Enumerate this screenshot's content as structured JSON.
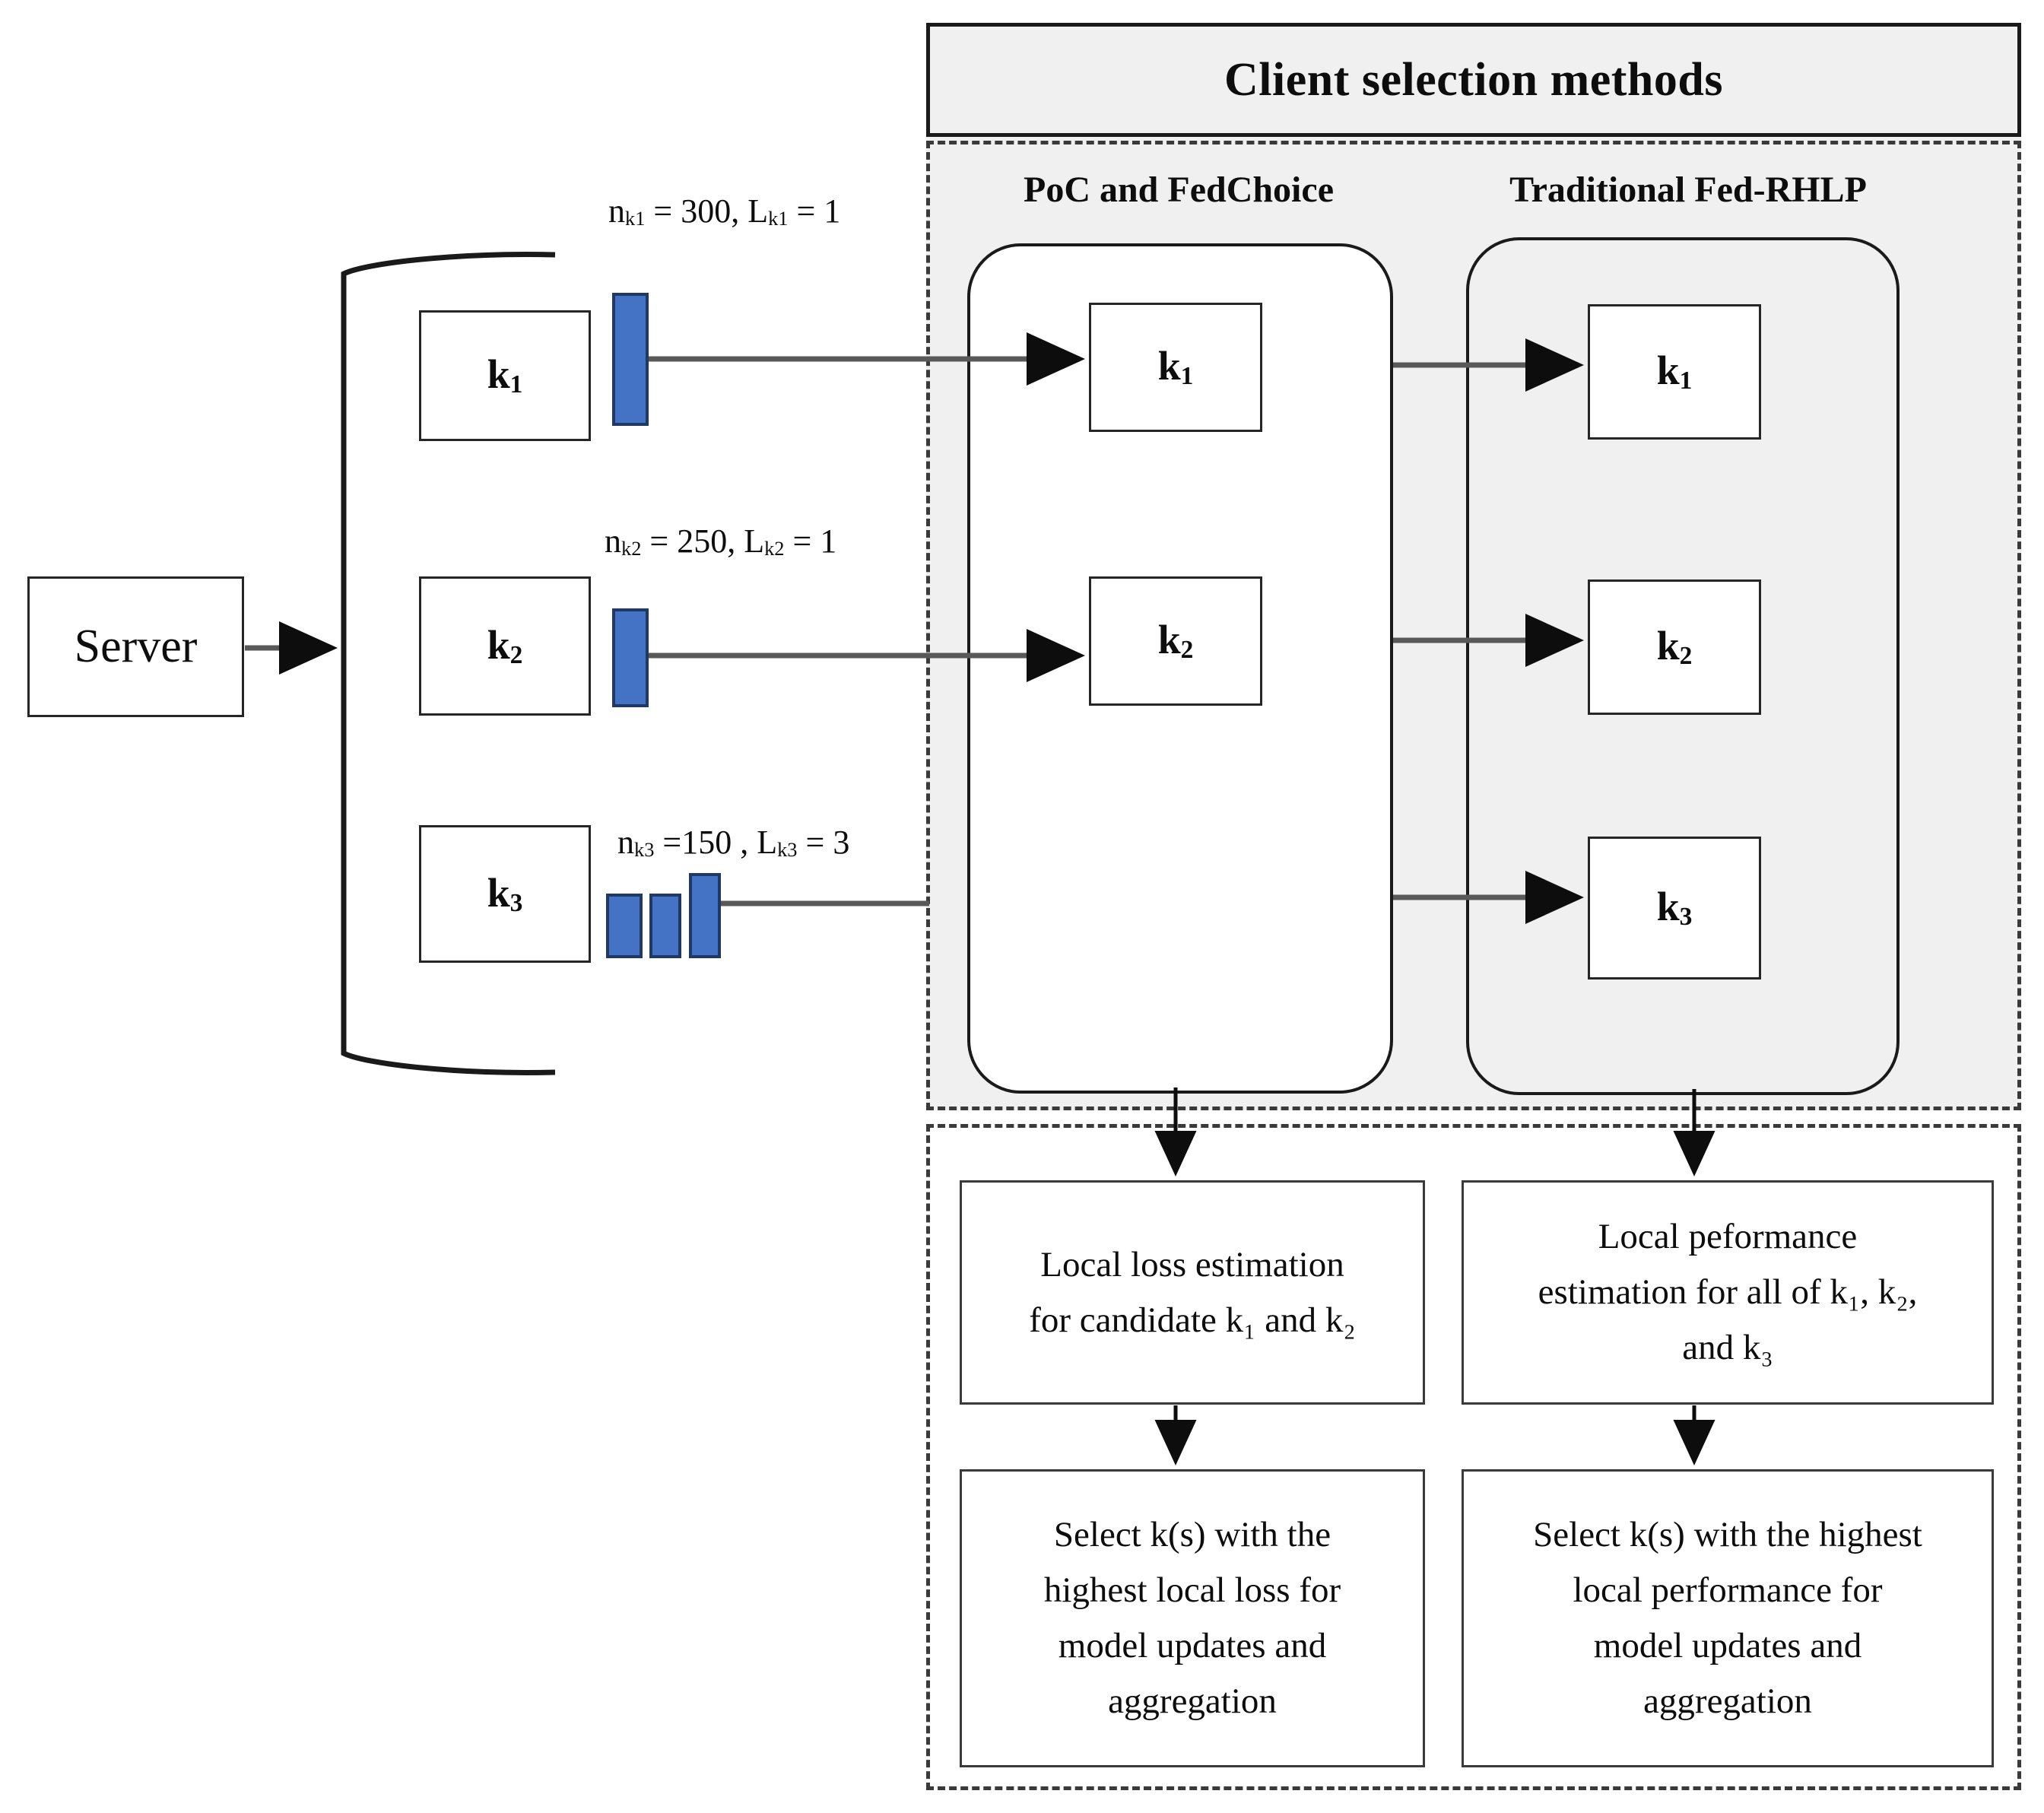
{
  "diagram": {
    "title": "Client selection methods",
    "server": {
      "label": "Server"
    },
    "clients": [
      {
        "id": "k1",
        "label": "k",
        "sub": "1"
      },
      {
        "id": "k2",
        "label": "k",
        "sub": "2"
      },
      {
        "id": "k3",
        "label": "k",
        "sub": "3"
      }
    ],
    "annotations": [
      {
        "id": "ann-k1",
        "n_prefix": "n",
        "n_sub": "k1",
        "n_eq": " = 300,  ",
        "l_prefix": "L",
        "l_sub": "k1",
        "l_eq": " = 1",
        "full": "nk1 = 300, Lk1 = 1",
        "n_value": 300,
        "l_value": 1
      },
      {
        "id": "ann-k2",
        "n_prefix": "n",
        "n_sub": "k2",
        "n_eq": " = 250,  ",
        "l_prefix": "L",
        "l_sub": "k2",
        "l_eq": " = 1",
        "full": "nk2 = 250, Lk2 = 1",
        "n_value": 250,
        "l_value": 1
      },
      {
        "id": "ann-k3",
        "n_prefix": "n",
        "n_sub": "k3",
        "n_eq": " =150 ,  ",
        "l_prefix": "L",
        "l_sub": "k3",
        "l_eq": " = 3",
        "full": "nk3 =150 , Lk3 = 3",
        "n_value": 150,
        "l_value": 3
      }
    ],
    "bar_groups": [
      {
        "for": "k1",
        "bars": [
          {
            "height_units": 3
          }
        ]
      },
      {
        "for": "k2",
        "bars": [
          {
            "height_units": 2
          }
        ]
      },
      {
        "for": "k3",
        "bars": [
          {
            "height_units": 1
          },
          {
            "height_units": 1
          },
          {
            "height_units": 2
          }
        ]
      }
    ],
    "columns": [
      {
        "id": "poc-fedchoice",
        "title": "PoC and FedChoice",
        "clients": [
          "k1",
          "k2"
        ],
        "estimation_box": "Local loss estimation for candidate k1 and k2",
        "estimation_lines": [
          "Local loss estimation",
          "for candidate k₁ and k₂"
        ],
        "select_box": "Select k(s) with the highest local loss for model updates and aggregation",
        "select_lines": [
          "Select k(s) with the",
          "highest local loss for",
          "model updates and",
          "aggregation"
        ]
      },
      {
        "id": "traditional-fed-rhlp",
        "title": "Traditional Fed-RHLP",
        "clients": [
          "k1",
          "k2",
          "k3"
        ],
        "estimation_box": "Local peformance estimation for all of k1, k2, and k3",
        "estimation_lines": [
          "Local peformance",
          "estimation for all of k₁, k₂,",
          "and k₃"
        ],
        "select_box": "Select k(s) with the highest local performance for model updates and aggregation",
        "select_lines": [
          "Select k(s) with the highest",
          "local performance for",
          "model updates and",
          "aggregation"
        ]
      }
    ],
    "colors": {
      "bar_fill": "#4472C4",
      "bar_stroke": "#1F3864",
      "panel_background": "#F0F0F0",
      "line": "#595959",
      "border": "#1A1A1A",
      "page_background": "#FFFFFF"
    }
  }
}
